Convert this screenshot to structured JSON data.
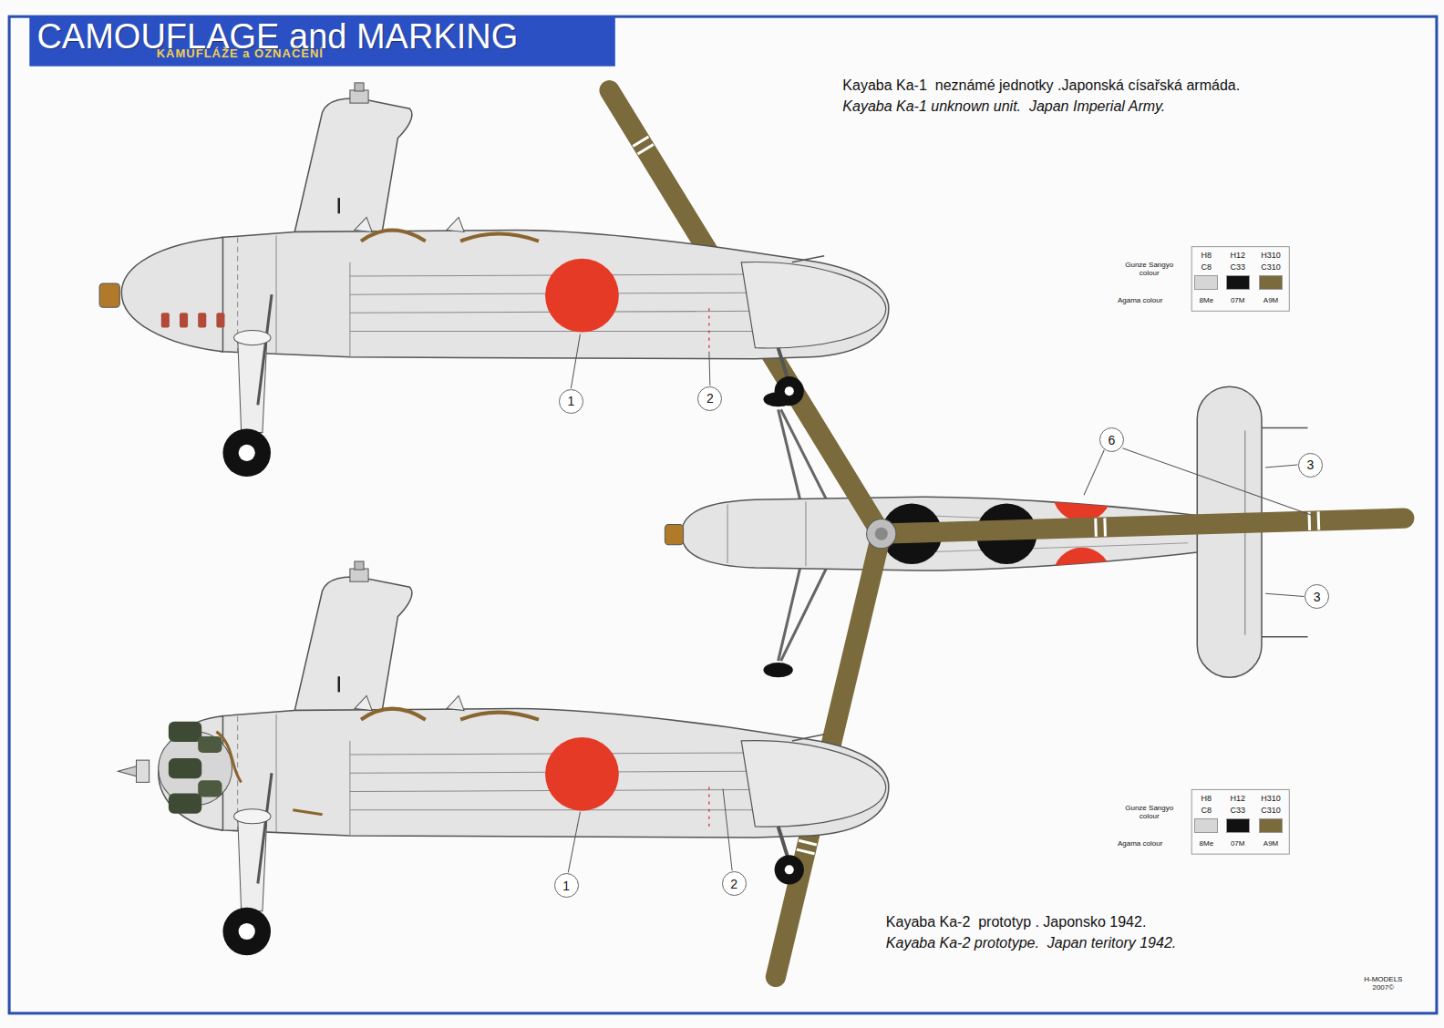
{
  "diagram": {
    "title": "CAMOUFLAGE and MARKING",
    "nodes": [
      {
        "text": [
          "1"
        ]
      },
      {
        "text": [
          "2"
        ]
      },
      {
        "text": [
          "6"
        ]
      },
      {
        "text": [
          "3"
        ]
      },
      {
        "text": [
          "3"
        ]
      },
      {
        "text": [
          "1"
        ]
      },
      {
        "text": [
          "2"
        ]
      }
    ],
    "labels": [
      "KAMUFLÁŽE a OZNAČENÍ",
      "Kayaba Ka-1  neznámé jednotky .Japonská císařská armáda.",
      "Kayaba Ka-1 unknown unit.  Japan Imperial Army.",
      "Gunze Sangyo colour",
      "C8",
      "C33",
      "C310",
      "Agama colour",
      "8Me",
      "07M",
      "A9M",
      "Kayaba Ka-2  prototyp . Japonsko 1942.",
      "Kayaba Ka-2 prototype.  Japan teritory 1942.",
      "Gunze Sangyo colour",
      "C8",
      "C33",
      "C310",
      "Agama colour",
      "8Me",
      "07M",
      "A9M",
      "H-MODELS 2007©"
    ],
    "legend": [
      {
        "text": "H8",
        "color": "#d6d6d6"
      },
      {
        "text": "H12",
        "color": "#111111"
      },
      {
        "text": "H310",
        "color": "#7b6a3c"
      },
      {
        "text": "H8",
        "color": "#d6d6d6"
      },
      {
        "text": "H12",
        "color": "#111111"
      },
      {
        "text": "H310",
        "color": "#7b6a3c"
      }
    ]
  }
}
